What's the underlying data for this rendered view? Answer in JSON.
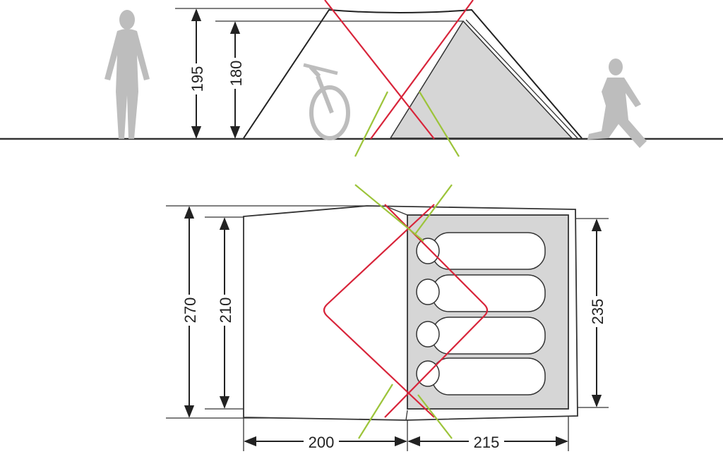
{
  "side_view": {
    "height_outer": "195",
    "height_inner": "180"
  },
  "top_view": {
    "width_outer": "270",
    "width_inner": "210",
    "width_sleeping": "235",
    "length_vestibule": "200",
    "length_inner": "215"
  },
  "colors": {
    "pole_red": "#d8243a",
    "pole_green": "#9cc43a",
    "fill_gray": "#d6d6d6",
    "figure_gray": "#bdbdbd"
  }
}
